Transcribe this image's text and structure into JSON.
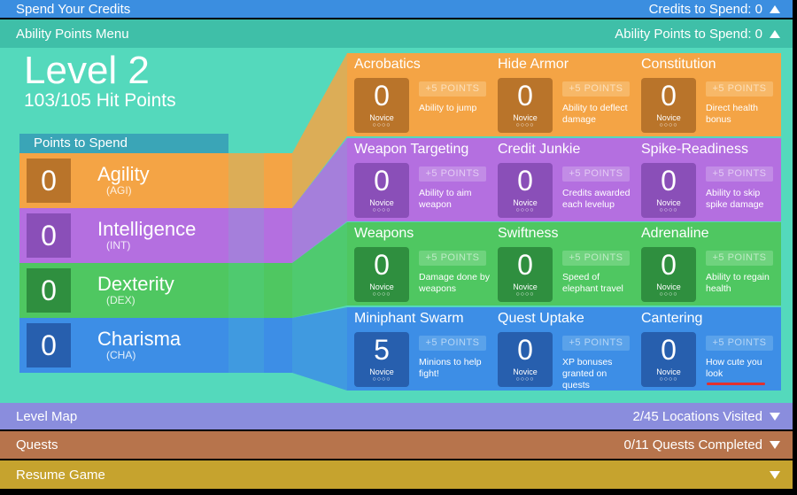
{
  "credits_bar": {
    "label": "Spend Your Credits",
    "right": "Credits to Spend: 0"
  },
  "ability_bar": {
    "label": "Ability Points Menu",
    "right": "Ability Points to Spend: 0"
  },
  "level": {
    "title": "Level 2",
    "hp": "103/105 Hit Points"
  },
  "points_header": "Points to Spend",
  "stats": [
    {
      "value": "0",
      "name": "Agility",
      "abbr": "(AGI)",
      "color": "#f4a445",
      "box": "#b9742a"
    },
    {
      "value": "0",
      "name": "Intelligence",
      "abbr": "(INT)",
      "color": "#b46fe0",
      "box": "#8a4fb8"
    },
    {
      "value": "0",
      "name": "Dexterity",
      "abbr": "(DEX)",
      "color": "#4fc761",
      "box": "#2f8f3f"
    },
    {
      "value": "0",
      "name": "Charisma",
      "abbr": "(CHA)",
      "color": "#3d8ee6",
      "box": "#275fae"
    }
  ],
  "plus_label": "+5 POINTS",
  "tier": "Novice",
  "dots": "○○○○",
  "skill_rows": [
    {
      "color": "#f4a445",
      "box": "#b9742a",
      "btn": "#f7b868",
      "skills": [
        {
          "title": "Acrobatics",
          "value": "0",
          "desc": "Ability to jump"
        },
        {
          "title": "Hide Armor",
          "value": "0",
          "desc": "Ability to deflect damage"
        },
        {
          "title": "Constitution",
          "value": "0",
          "desc": "Direct health bonus"
        }
      ]
    },
    {
      "color": "#b46fe0",
      "box": "#8a4fb8",
      "btn": "#c28ce6",
      "skills": [
        {
          "title": "Weapon Targeting",
          "value": "0",
          "desc": "Ability to aim weapon"
        },
        {
          "title": "Credit Junkie",
          "value": "0",
          "desc": "Credits awarded each levelup"
        },
        {
          "title": "Spike-Readiness",
          "value": "0",
          "desc": "Ability to skip spike damage"
        }
      ]
    },
    {
      "color": "#4fc761",
      "box": "#2f8f3f",
      "btn": "#6fd37e",
      "skills": [
        {
          "title": "Weapons",
          "value": "0",
          "desc": "Damage done by weapons"
        },
        {
          "title": "Swiftness",
          "value": "0",
          "desc": "Speed of elephant travel"
        },
        {
          "title": "Adrenaline",
          "value": "0",
          "desc": "Ability to regain health"
        }
      ]
    },
    {
      "color": "#3d8ee6",
      "box": "#275fae",
      "btn": "#5aa2ea",
      "skills": [
        {
          "title": "Miniphant Swarm",
          "value": "5",
          "desc": "Minions to help fight!"
        },
        {
          "title": "Quest Uptake",
          "value": "0",
          "desc": "XP bonuses granted on quests"
        },
        {
          "title": "Cantering",
          "value": "0",
          "desc": "How cute you look"
        }
      ]
    }
  ],
  "map_bar": {
    "label": "Level Map",
    "right": "2/45 Locations Visited"
  },
  "quests_bar": {
    "label": "Quests",
    "right": "0/11 Quests Completed"
  },
  "resume_bar": {
    "label": "Resume Game"
  }
}
